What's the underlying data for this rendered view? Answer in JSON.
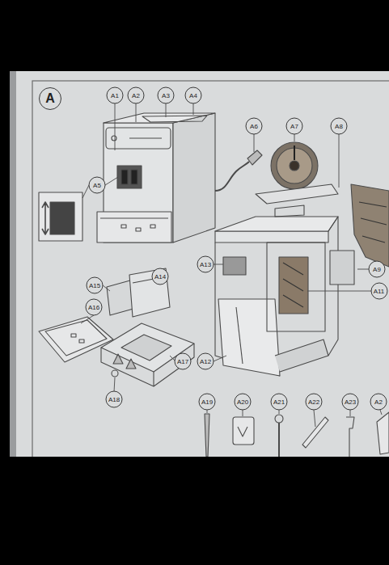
{
  "diagram": {
    "labels": [
      "A",
      "A1",
      "A2",
      "A3",
      "A4",
      "A6",
      "A7",
      "A8",
      "A5",
      "A9",
      "A13",
      "A11",
      "A15",
      "A14",
      "A16",
      "A17",
      "A12",
      "A18",
      "A19",
      "A20",
      "A21",
      "A22",
      "A23",
      "A2"
    ]
  }
}
